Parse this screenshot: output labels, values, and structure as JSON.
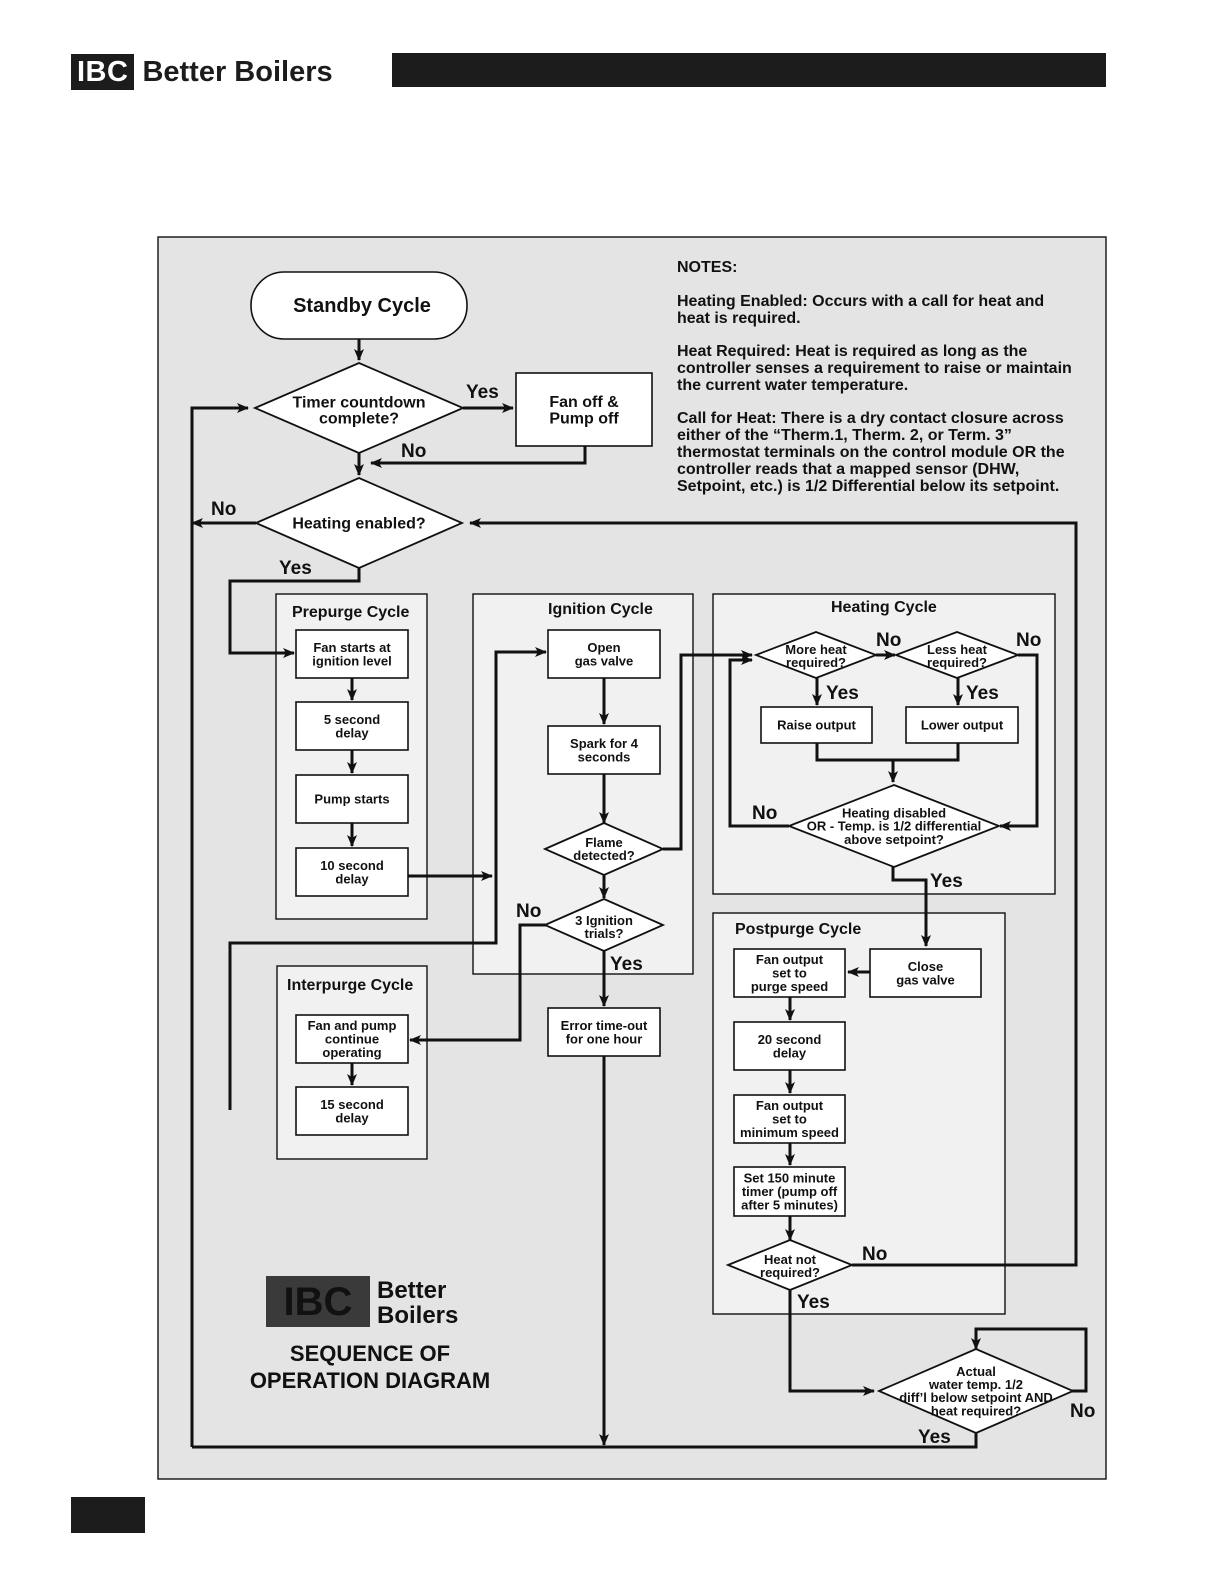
{
  "header": {
    "logo_mark": "IBC",
    "logo_name": "Better Boilers"
  },
  "notes": {
    "title": "NOTES:",
    "items": [
      [
        "Heating Enabled: Occurs with a call for heat and",
        "heat is required."
      ],
      [
        "Heat Required: Heat is required as long as the",
        "controller senses a requirement to raise or maintain",
        "the current water temperature."
      ],
      [
        "Call for Heat: There is a dry contact closure across",
        "either of the “Therm.1, Therm. 2, or Term. 3”",
        "thermostat terminals on the control module OR the",
        "controller reads that a mapped sensor (DHW,",
        "Setpoint, etc.) is 1/2 Differential below its setpoint."
      ]
    ]
  },
  "groups": {
    "prepurge": "Prepurge Cycle",
    "ignition": "Ignition Cycle",
    "heating": "Heating Cycle",
    "postpurge": "Postpurge Cycle",
    "interpurge": "Interpurge Cycle"
  },
  "nodes": {
    "standby": [
      "Standby Cycle"
    ],
    "timer": [
      "Timer countdown",
      "complete?"
    ],
    "fan_off": [
      "Fan off &",
      "Pump off"
    ],
    "heating_enabled": [
      "Heating enabled?"
    ],
    "pre1": [
      "Fan starts at",
      "ignition level"
    ],
    "pre2": [
      "5 second",
      "delay"
    ],
    "pre3": [
      "Pump starts"
    ],
    "pre4": [
      "10 second",
      "delay"
    ],
    "ign1": [
      "Open",
      "gas valve"
    ],
    "ign2": [
      "Spark for 4",
      "seconds"
    ],
    "flame": [
      "Flame",
      "detected?"
    ],
    "trials": [
      "3 Ignition",
      "trials?"
    ],
    "error": [
      "Error time-out",
      "for one hour"
    ],
    "more_heat": [
      "More heat",
      "required?"
    ],
    "less_heat": [
      "Less heat",
      "required?"
    ],
    "raise": [
      "Raise output"
    ],
    "lower": [
      "Lower output"
    ],
    "heat_disabled": [
      "Heating disabled",
      "OR - Temp. is 1/2 differential",
      "above setpoint?"
    ],
    "close_valve": [
      "Close",
      "gas valve"
    ],
    "post1": [
      "Fan output",
      "set to",
      "purge speed"
    ],
    "post2": [
      "20 second",
      "delay"
    ],
    "post3": [
      "Fan output",
      "set to",
      "minimum speed"
    ],
    "post4": [
      "Set 150 minute",
      "timer (pump off",
      "after 5 minutes)"
    ],
    "heat_not_req": [
      "Heat not",
      "required?"
    ],
    "actual_temp": [
      "Actual",
      "water temp. 1/2",
      "diff’l below setpoint AND",
      "heat required?"
    ],
    "inter1": [
      "Fan and pump",
      "continue",
      "operating"
    ],
    "inter2": [
      "15 second",
      "delay"
    ]
  },
  "labels": {
    "yes": "Yes",
    "no": "No"
  },
  "brand": {
    "mark": "IBC",
    "name": [
      "Better",
      "Boilers"
    ],
    "caption": [
      "SEQUENCE OF",
      "OPERATION DIAGRAM"
    ]
  }
}
